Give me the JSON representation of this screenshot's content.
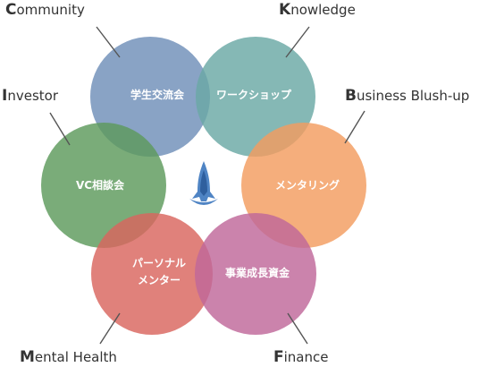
{
  "colors": {
    "community": "#6f8fb8",
    "knowledge": "#6aa8a5",
    "mentoring": "#f39c5f",
    "investor": "#5d9a5b",
    "mental": "#d9655e",
    "finance": "#c0689a",
    "logo_outer": "#4f84c4",
    "logo_inner": "#2f5f9e"
  },
  "circles": {
    "community": "学生交流会",
    "knowledge": "ワークショップ",
    "mentoring": "メンタリング",
    "investor": "VC相談会",
    "mental_line1": "パーソナル",
    "mental_line2": "メンター",
    "finance": "事業成長資金"
  },
  "categories": {
    "community": {
      "initial": "C",
      "rest": "ommunity"
    },
    "knowledge": {
      "initial": "K",
      "rest": "nowledge"
    },
    "investor": {
      "initial": "I",
      "rest": "nvestor"
    },
    "business": {
      "initial": "B",
      "rest": "usiness Blush-up"
    },
    "mental": {
      "initial": "M",
      "rest": "ental Health"
    },
    "finance": {
      "initial": "F",
      "rest": "inance"
    }
  },
  "logo": {
    "icon": "rocket-logo-icon"
  }
}
